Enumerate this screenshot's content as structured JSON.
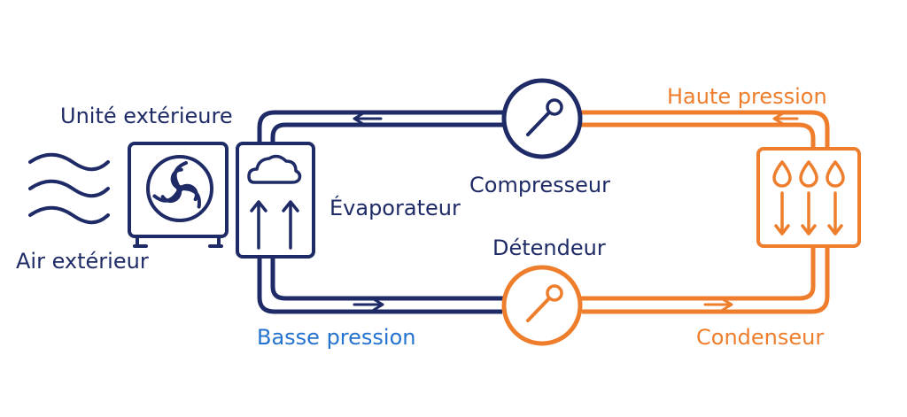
{
  "labels": {
    "outdoor_unit": "Unité extérieure",
    "outdoor_air": "Air extérieur",
    "evaporator": "Évaporateur",
    "compressor": "Compresseur",
    "expansion_valve": "Détendeur",
    "low_pressure": "Basse pression",
    "high_pressure": "Haute pression",
    "condenser": "Condenseur"
  },
  "colors": {
    "navy": "#1f2b66",
    "orange": "#ee7d2c",
    "blue": "#2473d0"
  },
  "icons": [
    "air-waves-icon",
    "fan-icon",
    "cloud-icon",
    "up-arrow-icon",
    "wrench-icon",
    "droplet-icon",
    "down-arrow-icon",
    "flow-arrow-icon"
  ]
}
